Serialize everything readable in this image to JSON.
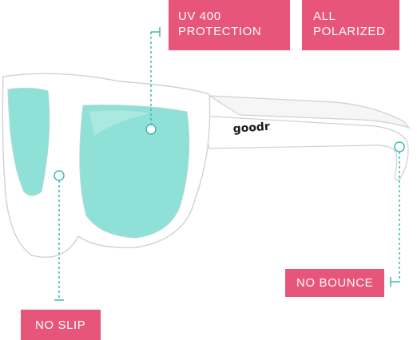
{
  "callouts": {
    "uv": {
      "line1": "UV 400",
      "line2": "PROTECTION"
    },
    "polarized": {
      "line1": "ALL",
      "line2": "POLARIZED"
    },
    "bounce": {
      "text": "NO BOUNCE"
    },
    "slip": {
      "text": "NO SLIP"
    }
  },
  "brand": {
    "logo_text": "goodr"
  },
  "colors": {
    "label_bg": "#e8557a",
    "leader": "#3fb9b0",
    "lens": "#8fe0d6",
    "frame_stroke": "#d2d2d2"
  },
  "icons": [
    "sunglasses-illustration"
  ]
}
